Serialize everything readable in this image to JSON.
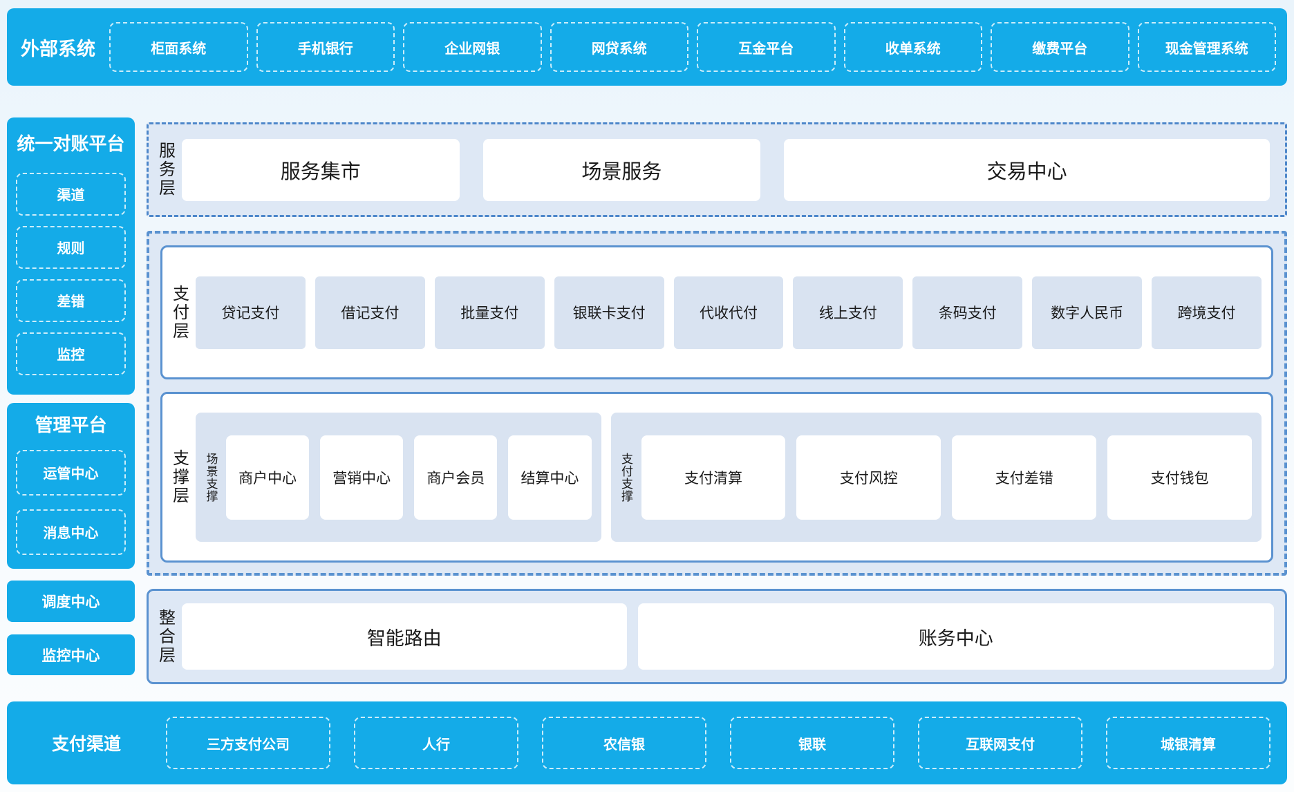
{
  "colors": {
    "brand": "#14ABE8",
    "panel": "#DEE8F5",
    "itembox": "#D9E3F1",
    "border-solid": "#5A92D0",
    "border-dash": "#4D87CA"
  },
  "top_bar": {
    "title": "外部系统",
    "items": [
      "柜面系统",
      "手机银行",
      "企业网银",
      "网贷系统",
      "互金平台",
      "收单系统",
      "缴费平台",
      "现金管理系统"
    ]
  },
  "sidebar": {
    "reconciliation": {
      "title": "统一对账平台",
      "items": [
        "渠道",
        "规则",
        "差错",
        "监控"
      ]
    },
    "management": {
      "title": "管理平台",
      "items": [
        "运管中心",
        "消息中心"
      ]
    },
    "standalone": [
      "调度中心",
      "监控中心"
    ]
  },
  "layers": {
    "service": {
      "label": "服务层",
      "items": [
        "服务集市",
        "场景服务",
        "交易中心"
      ]
    },
    "payment": {
      "label": "支付层",
      "items": [
        "贷记支付",
        "借记支付",
        "批量支付",
        "银联卡支付",
        "代收代付",
        "线上支付",
        "条码支付",
        "数字人民币",
        "跨境支付"
      ]
    },
    "support": {
      "label": "支撑层",
      "groups": [
        {
          "label": "场景支撑",
          "items": [
            "商户中心",
            "营销中心",
            "商户会员",
            "结算中心"
          ]
        },
        {
          "label": "支付支撑",
          "items": [
            "支付清算",
            "支付风控",
            "支付差错",
            "支付钱包"
          ]
        }
      ]
    },
    "integration": {
      "label": "整合层",
      "items": [
        "智能路由",
        "账务中心"
      ]
    }
  },
  "bottom_bar": {
    "title": "支付渠道",
    "items": [
      "三方支付公司",
      "人行",
      "农信银",
      "银联",
      "互联网支付",
      "城银清算"
    ]
  }
}
